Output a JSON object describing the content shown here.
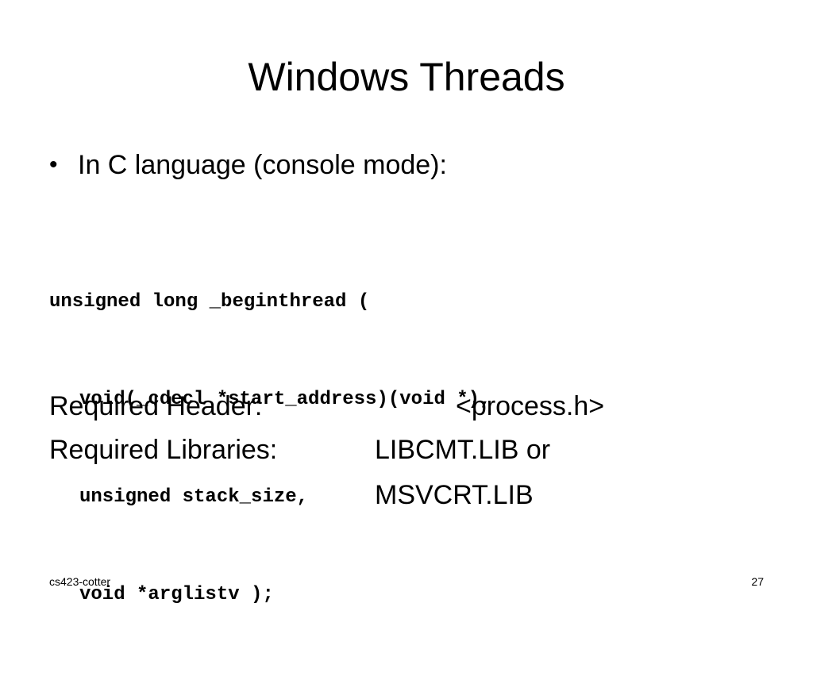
{
  "slide": {
    "title": "Windows Threads",
    "bullet": {
      "symbol": "•",
      "text": "In C language (console mode):"
    },
    "code": [
      "unsigned long _beginthread (",
      "void(_cdecl *start_address)(void *),",
      "unsigned stack_size,",
      "void *arglistv );"
    ],
    "requirements": {
      "header_label": "Required Header:",
      "header_value": "<process.h>",
      "libraries_label": "Required Libraries:",
      "libraries_value_1": "LIBCMT.LIB or",
      "libraries_value_2": "MSVCRT.LIB"
    },
    "footer": {
      "course": "cs423-cotter",
      "page_number": "27"
    }
  }
}
